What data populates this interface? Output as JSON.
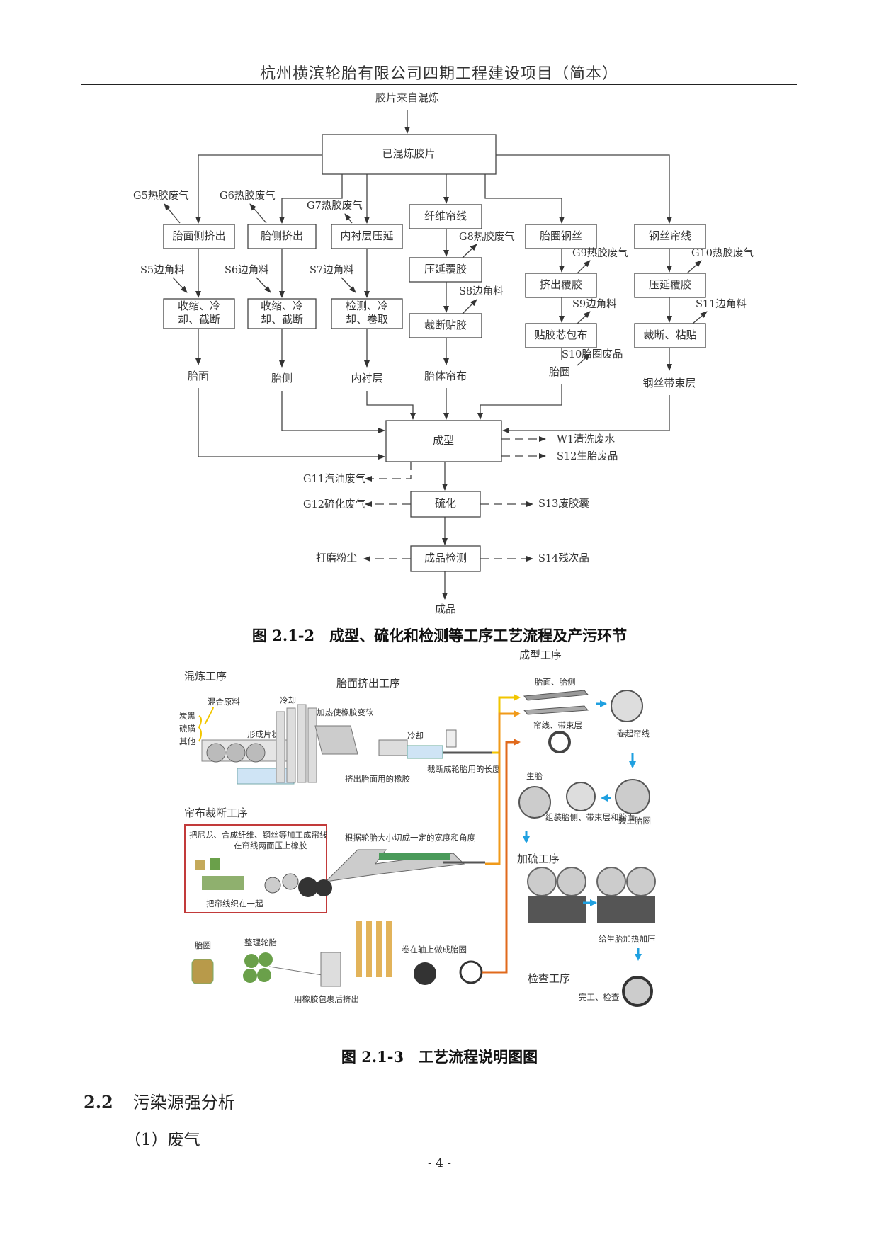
{
  "header": {
    "title": "杭州横滨轮胎有限公司四期工程建设项目（简本）"
  },
  "flow": {
    "source": "胶片来自混炼",
    "main": "已混炼胶片",
    "columns": [
      {
        "gas": "G5热胶废气",
        "step1": "胎面侧挤出",
        "scrap": "S5边角料",
        "step2a": "收缩、冷",
        "step2b": "却、截断",
        "product": "胎面"
      },
      {
        "gas": "G6热胶废气",
        "step1": "胎侧挤出",
        "scrap": "S6边角料",
        "step2a": "收缩、冷",
        "step2b": "却、截断",
        "product": "胎侧"
      },
      {
        "gas": "G7热胶废气",
        "step1": "内衬层压延",
        "scrap": "S7边角料",
        "step2a": "检测、冷",
        "step2b": "却、卷取",
        "product": "内衬层"
      },
      {
        "step1": "纤维帘线",
        "gas": "G8热胶废气",
        "step2": "压延覆胶",
        "scrap": "S8边角料",
        "step3": "裁断贴胶",
        "product": "胎体帘布"
      },
      {
        "step1": "胎圈钢丝",
        "gas": "G9热胶废气",
        "step2": "挤出覆胶",
        "scrap": "S9边角料",
        "step3": "贴胶芯包布",
        "waste": "S10胎圈废品",
        "product": "胎圈"
      },
      {
        "step1": "钢丝帘线",
        "gas": "G10热胶废气",
        "step2": "压延覆胶",
        "scrap": "S11边角料",
        "step3": "裁断、粘贴",
        "product": "钢丝带束层"
      }
    ],
    "forming": "成型",
    "w1": "W1清洗废水",
    "s12": "S12生胎废品",
    "g11": "G11汽油废气",
    "curing": "硫化",
    "g12": "G12硫化废气",
    "s13": "S13废胶囊",
    "inspect": "成品检测",
    "dust": "打磨粉尘",
    "s14": "S14残次品",
    "final": "成品"
  },
  "caption1": "图 2.1-2　成型、硫化和检测等工序工艺流程及产污环节",
  "illustration": {
    "mixing_title": "混炼工序",
    "mix_raw": "混合原料",
    "carbon": "炭黑",
    "sulfur": "硫磺",
    "other": "其他",
    "sheet": "形成片状",
    "cool1": "冷却",
    "extrude_title": "胎面挤出工序",
    "heat": "加热使橡胶变软",
    "cool2": "冷却",
    "extrude_rubber": "挤出胎面用的橡胶",
    "cut_len": "裁断成轮胎用的长度",
    "forming_title": "成型工序",
    "tread_side": "胎面、胎侧",
    "cord_belt": "帘线、带束层",
    "roll_cord": "卷起帘线",
    "green": "生胎",
    "assemble": "组装胎侧、带束层和胎面",
    "bead_mount": "装上胎圈",
    "cord_title": "帘布裁断工序",
    "cord_note1": "把尼龙、合成纤维、钢丝等加工成帘线",
    "cord_note2": "在帘线两面压上橡胶",
    "weave": "把帘线织在一起",
    "cut_width": "根据轮胎大小切成一定的宽度和角度",
    "curing_title": "加硫工序",
    "heat_press": "给生胎加热加压",
    "bead": "胎圈",
    "arrange": "整理轮胎",
    "wrap": "用橡胶包裹后挤出",
    "wind": "卷在轴上做成胎圈",
    "inspect_title": "检查工序",
    "finish": "完工、检查"
  },
  "caption2": "图 2.1-3　工艺流程说明图图",
  "section": {
    "number": "2.2",
    "title": "污染源强分析"
  },
  "paragraph": "（1）废气",
  "page_number": "- 4 -"
}
